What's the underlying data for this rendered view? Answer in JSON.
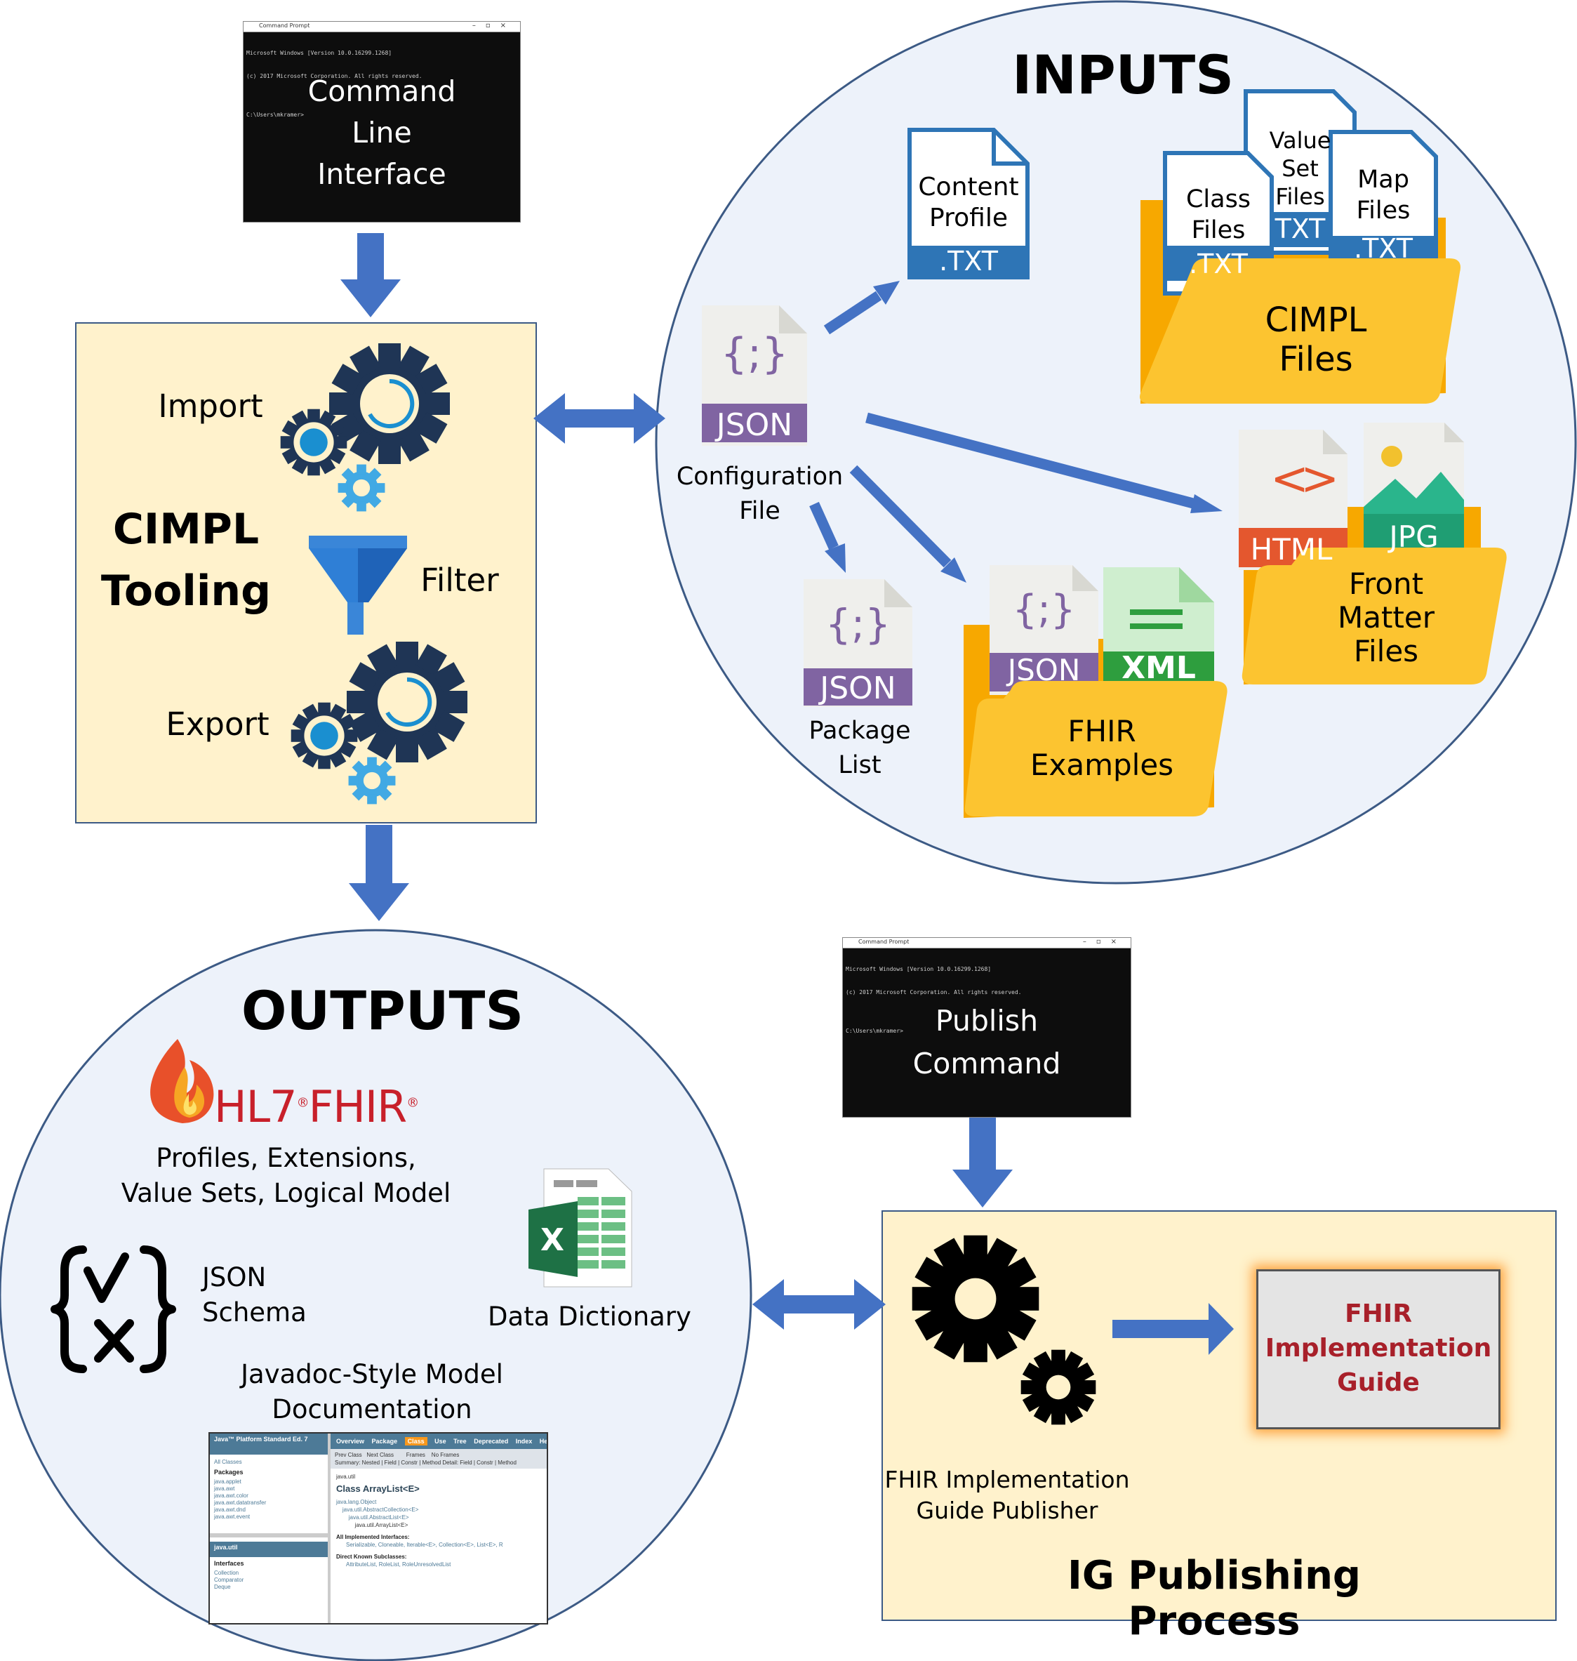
{
  "top_cli": {
    "window_title": "Command Prompt",
    "console_lines": [
      "Microsoft Windows [Version 10.0.16299.1268]",
      "(c) 2017 Microsoft Corporation. All rights reserved.",
      "",
      "C:\\Users\\mkramer>"
    ],
    "line1": "Command",
    "line2": "Line",
    "line3": "Interface"
  },
  "cimpl_tooling": {
    "title_line1": "CIMPL",
    "title_line2": "Tooling",
    "import_label": "Import",
    "filter_label": "Filter",
    "export_label": "Export"
  },
  "inputs": {
    "heading": "INPUTS",
    "config_file": {
      "badge": "JSON",
      "glyph": "{;}",
      "line1": "Configuration",
      "line2": "File"
    },
    "content_profile": {
      "line1": "Content",
      "line2": "Profile",
      "badge": ".TXT"
    },
    "cimpl_files": {
      "class_files": {
        "line1": "Class",
        "line2": "Files",
        "badge": ".TXT"
      },
      "value_set_files": {
        "line1": "Value",
        "line2": "Set",
        "line3": "Files",
        "badge": "TXT"
      },
      "map_files": {
        "line1": "Map",
        "line2": "Files",
        "badge": ".TXT"
      },
      "folder_line1": "CIMPL",
      "folder_line2": "Files"
    },
    "front_matter": {
      "html_badge": "HTML",
      "jpg_badge": "JPG",
      "line1": "Front",
      "line2": "Matter",
      "line3": "Files"
    },
    "package_list": {
      "badge": "JSON",
      "glyph": "{;}",
      "line1": "Package",
      "line2": "List"
    },
    "fhir_examples": {
      "json_badge": "JSON",
      "xml_badge": "XML",
      "glyph": "{;}",
      "line1": "FHIR",
      "line2": "Examples"
    }
  },
  "outputs": {
    "heading": "OUTPUTS",
    "hl7_logo_text": "HL7",
    "fhir_logo_text": "FHIR",
    "profiles_line1": "Profiles, Extensions,",
    "profiles_line2": "Value Sets, Logical Model",
    "json_schema_line1": "JSON",
    "json_schema_line2": "Schema",
    "data_dictionary": "Data Dictionary",
    "excel_letter": "X",
    "javadoc_line1": "Javadoc-Style Model",
    "javadoc_line2": "Documentation",
    "javadoc_shot": {
      "header": "Java™ Platform Standard Ed. 7",
      "all_classes": "All Classes",
      "packages_title": "Packages",
      "packages": [
        "java.applet",
        "java.awt",
        "java.awt.color",
        "java.awt.datatransfer",
        "java.awt.dnd",
        "java.awt.event"
      ],
      "lower_pkg": "java.util",
      "interfaces_title": "Interfaces",
      "interfaces": [
        "Collection",
        "Comparator",
        "Deque"
      ],
      "nav": [
        "Overview",
        "Package",
        "Class",
        "Use",
        "Tree",
        "Deprecated",
        "Index",
        "He"
      ],
      "subnav1": "Prev Class   Next Class        Frames    No Frames",
      "subnav2": "Summary: Nested | Field | Constr | Method      Detail: Field | Constr | Method",
      "package_name": "java.util",
      "class_title": "Class ArrayList<E>",
      "hierarchy": [
        "java.lang.Object",
        "    java.util.AbstractCollection<E>",
        "        java.util.AbstractList<E>",
        "            java.util.ArrayList<E>"
      ],
      "impl_title": "All Implemented Interfaces:",
      "impl_text": "Serializable, Cloneable, Iterable<E>, Collection<E>, List<E>, R",
      "subclasses_title": "Direct Known Subclasses:",
      "subclasses_text": "AttributeList, RoleList, RoleUnresolvedList"
    }
  },
  "publish_cli": {
    "window_title": "Command Prompt",
    "console_lines": [
      "Microsoft Windows [Version 10.0.16299.1268]",
      "(c) 2017 Microsoft Corporation. All rights reserved.",
      "",
      "C:\\Users\\mkramer>"
    ],
    "line1": "Publish",
    "line2": "Command"
  },
  "ig_publishing": {
    "publisher_line1": "FHIR Implementation",
    "publisher_line2": "Guide Publisher",
    "ig_line1": "FHIR",
    "ig_line2": "Implementation",
    "ig_line3": "Guide",
    "title": "IG Publishing Process"
  },
  "colors": {
    "arrow": "#4472c4",
    "circle_fill": "#edf2fa",
    "box_fill": "#fff2cc",
    "gear_dark": "#1f3555",
    "gear_blue": "#1a8fd0",
    "folder": "#fcc430",
    "folder_back": "#f7a800",
    "json_purple": "#8064a2",
    "txt_blue": "#2e75b6",
    "ig_text": "#a8202a"
  }
}
